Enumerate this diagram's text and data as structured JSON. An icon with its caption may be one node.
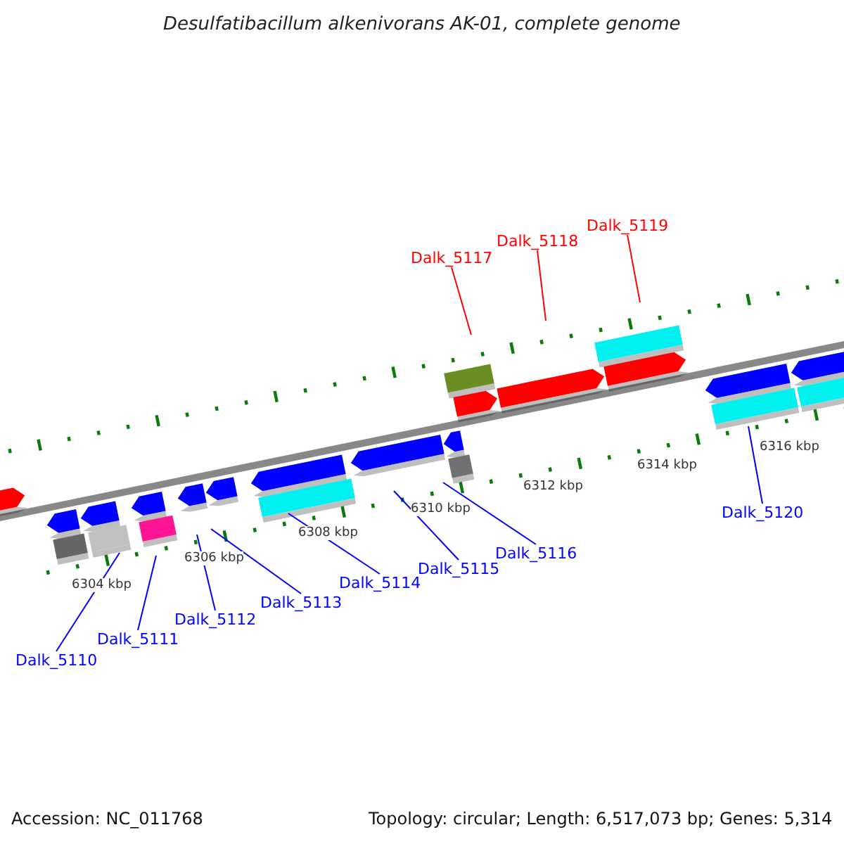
{
  "diagram": {
    "title": "Desulfatibacillum alkenivorans AK-01, complete genome",
    "nodes": [
      {
        "text": [
          "Dalk_5110"
        ]
      },
      {
        "text": [
          "Dalk_5111"
        ]
      },
      {
        "text": [
          "Dalk_5112"
        ]
      },
      {
        "text": [
          "Dalk_5113"
        ]
      },
      {
        "text": [
          "Dalk_5114"
        ]
      },
      {
        "text": [
          "Dalk_5115"
        ]
      },
      {
        "text": [
          "Dalk_5116"
        ]
      },
      {
        "text": [
          "Dalk_5117"
        ]
      },
      {
        "text": [
          "Dalk_5118"
        ]
      },
      {
        "text": [
          "Dalk_5119"
        ]
      },
      {
        "text": [
          "Dalk_5120"
        ]
      }
    ],
    "edges": [
      {
        "from": 0,
        "to": null,
        "arrow": "none"
      },
      {
        "from": 1,
        "to": null,
        "arrow": "none"
      },
      {
        "from": 2,
        "to": null,
        "arrow": "none"
      },
      {
        "from": 3,
        "to": null,
        "arrow": "none"
      },
      {
        "from": 4,
        "to": null,
        "arrow": "none"
      },
      {
        "from": 5,
        "to": null,
        "arrow": "none"
      },
      {
        "from": 6,
        "to": null,
        "arrow": "none"
      },
      {
        "from": 7,
        "to": null,
        "arrow": "none",
        "color": "#ff0000"
      },
      {
        "from": 8,
        "to": null,
        "arrow": "none",
        "color": "#ff0000"
      },
      {
        "from": 9,
        "to": null,
        "arrow": "none",
        "color": "#ff0000"
      },
      {
        "from": 10,
        "to": null,
        "arrow": "none"
      }
    ],
    "labels": [
      "6304 kbp",
      "6306 kbp",
      "6308 kbp",
      "6310 kbp",
      "6312 kbp",
      "6314 kbp",
      "6316 kbp",
      "Accession: NC_011768",
      "Topology: circular; Length: 6,517,073 bp; Genes: 5,314"
    ]
  }
}
